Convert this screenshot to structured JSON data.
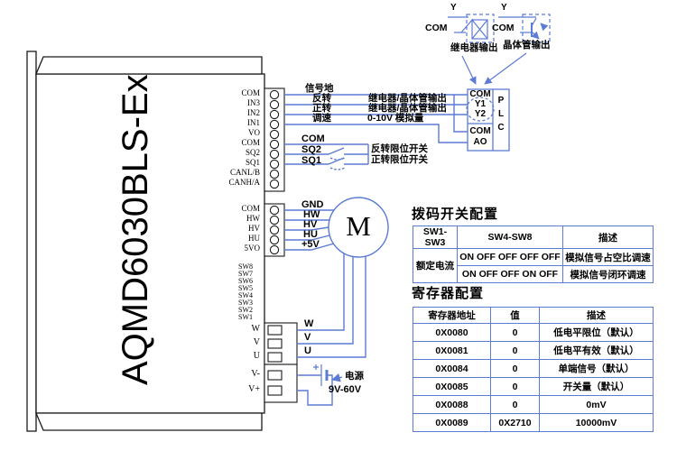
{
  "device_label": "AQMD6030BLS-Ex",
  "motor_label": "M",
  "pins": {
    "io": [
      "COM",
      "IN3",
      "IN2",
      "IN1",
      "VO",
      "COM",
      "SQ2",
      "SQ1",
      "CANL/B",
      "CANH/A"
    ],
    "hall": [
      "COM",
      "HW",
      "HV",
      "HU",
      "5VO"
    ],
    "sw": [
      "SW8",
      "SW7",
      "SW6",
      "SW5",
      "SW4",
      "SW3",
      "SW2",
      "SW1"
    ],
    "phase": [
      "W",
      "V",
      "U"
    ],
    "power": [
      "V-",
      "V+"
    ]
  },
  "wire_labels": {
    "signal_gnd": "信号地",
    "reverse": "反转",
    "forward": "正转",
    "speed": "调速",
    "relay_out1": "继电器/晶体管输出",
    "relay_out2": "继电器/晶体管输出",
    "analog": "0-10V 模拟量",
    "com": "COM",
    "sq2": "SQ2",
    "sq1": "SQ1",
    "rev_limit": "反转限位开关",
    "fwd_limit": "正转限位开关",
    "gnd": "GND",
    "hw": "HW",
    "hv": "HV",
    "hu": "HU",
    "p5v": "+5V",
    "w": "W",
    "v": "V",
    "u": "U",
    "plus": "+",
    "power_label": "电源",
    "power_range": "9V-60V"
  },
  "plc": {
    "col1": [
      "COM",
      "Y1",
      "Y2"
    ],
    "col2": [
      "COM",
      "AO"
    ],
    "letters": [
      "P",
      "L",
      "C"
    ]
  },
  "annotation": {
    "y1": "Y",
    "com1": "COM",
    "relay": "继电器输出",
    "y2": "Y",
    "com2": "COM",
    "transistor": "晶体管输出"
  },
  "dip_table": {
    "title": "拨码开关配置",
    "headers": [
      "SW1-SW3",
      "SW4-SW8",
      "描述"
    ],
    "group": "额定电流",
    "rows": [
      {
        "sw": "ON OFF OFF OFF OFF",
        "desc": "模拟信号占空比调速"
      },
      {
        "sw": "ON OFF OFF ON OFF",
        "desc": "模拟信号闭环调速"
      }
    ]
  },
  "reg_table": {
    "title": "寄存器配置",
    "headers": [
      "寄存器地址",
      "值",
      "描述"
    ],
    "rows": [
      [
        "0X0080",
        "0",
        "低电平限位（默认）"
      ],
      [
        "0X0081",
        "0",
        "低电平有效（默认）"
      ],
      [
        "0X0084",
        "0",
        "单端信号（默认）"
      ],
      [
        "0X0085",
        "0",
        "开关量（默认）"
      ],
      [
        "0X0088",
        "0",
        "0mV"
      ],
      [
        "0X0089",
        "0X2710",
        "10000mV"
      ]
    ]
  },
  "colors": {
    "wire": "#5b7bd4",
    "outline": "#1a1a1a",
    "text": "#000000"
  }
}
